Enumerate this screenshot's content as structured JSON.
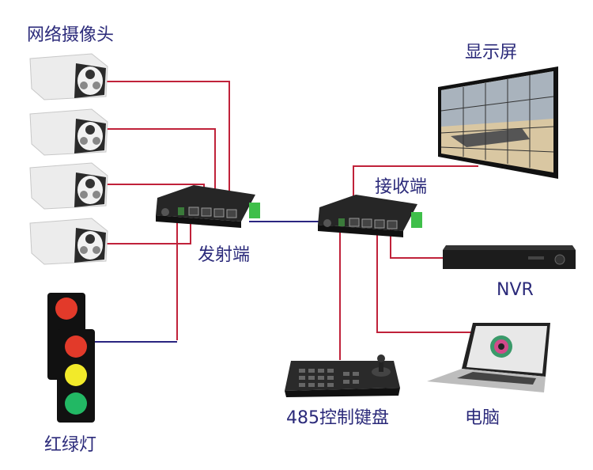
{
  "labels": {
    "cameras": "网络摄像头",
    "display": "显示屏",
    "receiver": "接收端",
    "transmitter": "发射端",
    "nvr": "NVR",
    "keyboard": "485控制键盘",
    "computer": "电脑",
    "traffic_light": "红绿灯"
  },
  "colors": {
    "label_text": "#2b2a7a",
    "ethernet_wire": "#c0223a",
    "fiber_wire": "#2a2580",
    "device_body": "#1e1e1e",
    "terminal_green": "#3fbf4a"
  },
  "devices": {
    "cameras": [
      {
        "id": "camera-1"
      },
      {
        "id": "camera-2"
      },
      {
        "id": "camera-3"
      },
      {
        "id": "camera-4"
      }
    ],
    "traffic_light_lamps": [
      "red",
      "yellow",
      "green"
    ]
  }
}
